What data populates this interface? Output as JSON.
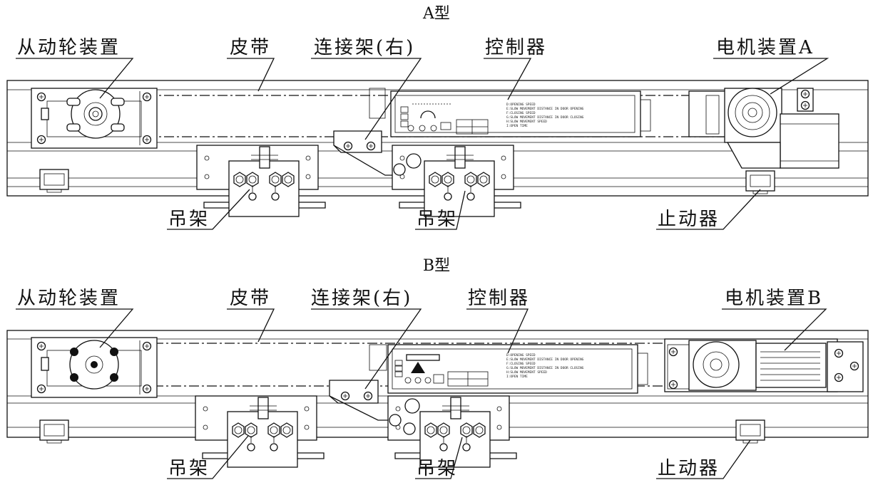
{
  "diagrams": [
    {
      "id": "A",
      "title": "A型",
      "labels": {
        "driven_wheel": "从动轮装置",
        "belt": "皮带",
        "connector": "连接架(右)",
        "controller": "控制器",
        "motor": "电机装置A",
        "hanger_left": "吊架",
        "hanger_right": "吊架",
        "stopper": "止动器"
      }
    },
    {
      "id": "B",
      "title": "B型",
      "labels": {
        "driven_wheel": "从动轮装置",
        "belt": "皮带",
        "connector": "连接架(右)",
        "controller": "控制器",
        "motor": "电机装置B",
        "hanger_left": "吊架",
        "hanger_right": "吊架",
        "stopper": "止动器"
      }
    }
  ],
  "controller_panel_text": [
    "D:OPENING SPEED",
    "E:SLOW MOVEMENT DISTANCE IN DOOR OPENING",
    "F:CLOSING SPEED",
    "G:SLOW MOVEMENT DISTANCE IN DOOR CLOSING",
    "H:SLOW MOVEMENT SPEED",
    "I:OPEN TIME"
  ]
}
